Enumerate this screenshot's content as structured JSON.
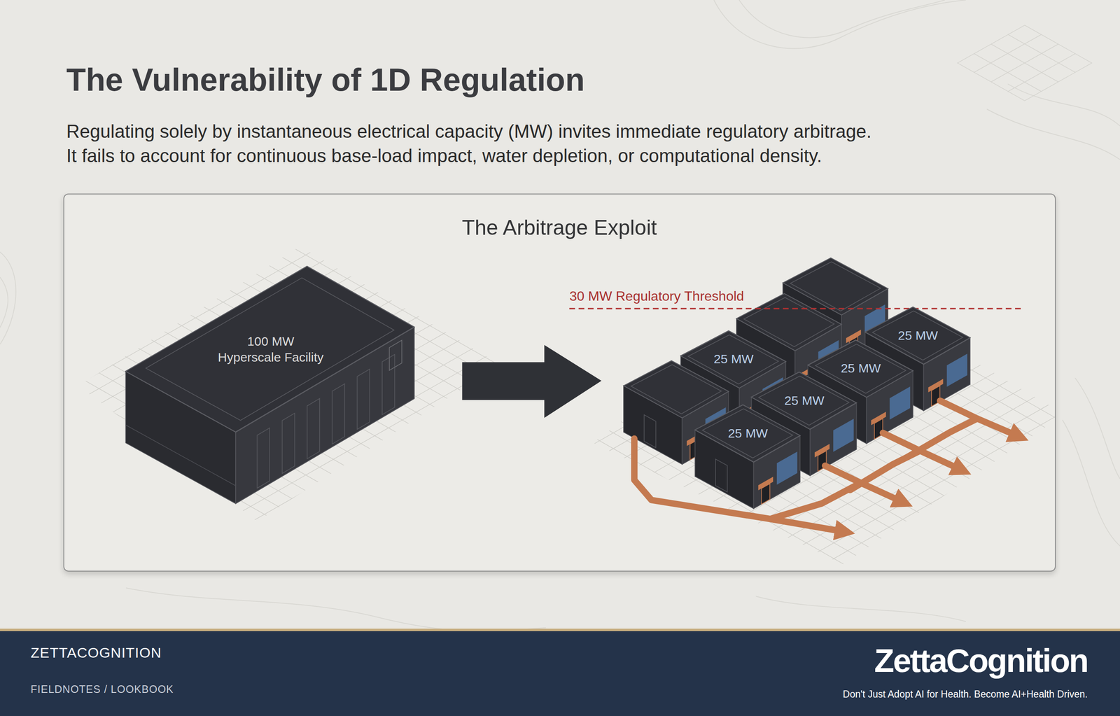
{
  "diagram": {
    "title": "The Vulnerability of 1D Regulation",
    "nodes": [
      {
        "text": [
          "The Arbitrage Exploit"
        ]
      },
      {
        "text": [
          "100 MW Hyperscale Facility"
        ],
        "in": 0
      },
      {
        "text": [
          "25 MW"
        ],
        "in": 0
      },
      {
        "text": [
          "25 MW"
        ],
        "in": 0
      },
      {
        "text": [
          "25 MW"
        ],
        "in": 0
      },
      {
        "text": [
          "25 MW"
        ],
        "in": 0
      },
      {
        "text": [
          "25 MW"
        ],
        "in": 0
      }
    ],
    "labels": [
      "Regulating solely by instantaneous electrical capacity (MW) invites immediate regulatory arbitrage.",
      "It fails to account for continuous base-load impact, water depletion, or computational density.",
      "30 MW Regulatory Threshold",
      "ZETTACOGNITION",
      "FIELDNOTES / LOOKBOOK",
      "ZettaCognition",
      "Don't Just Adopt AI for Health. Become AI+Health Driven."
    ]
  }
}
